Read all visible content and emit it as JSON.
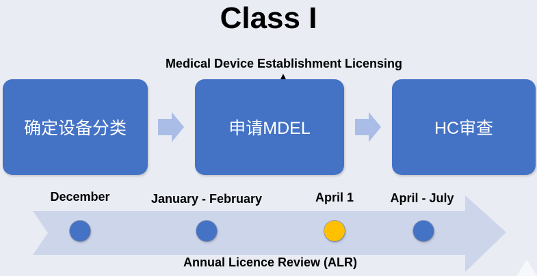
{
  "title": "Class I",
  "mdel_label": "Medical Device Establishment Licensing",
  "steps": [
    {
      "label": "确定设备分类"
    },
    {
      "label": "申请MDEL"
    },
    {
      "label": "HC审查"
    }
  ],
  "timeline": {
    "label": "Annual Licence Review (ALR)",
    "milestones": [
      {
        "label": "December",
        "color": "#4472c4"
      },
      {
        "label": "January - February",
        "color": "#4472c4"
      },
      {
        "label": "April 1",
        "color": "#ffc000"
      },
      {
        "label": "April - July",
        "color": "#4472c4"
      }
    ]
  },
  "colors": {
    "box": "#4472c4",
    "chevron": "#a9bde6",
    "timeline_arrow": "#cdd5eb",
    "highlight": "#ffc000"
  }
}
